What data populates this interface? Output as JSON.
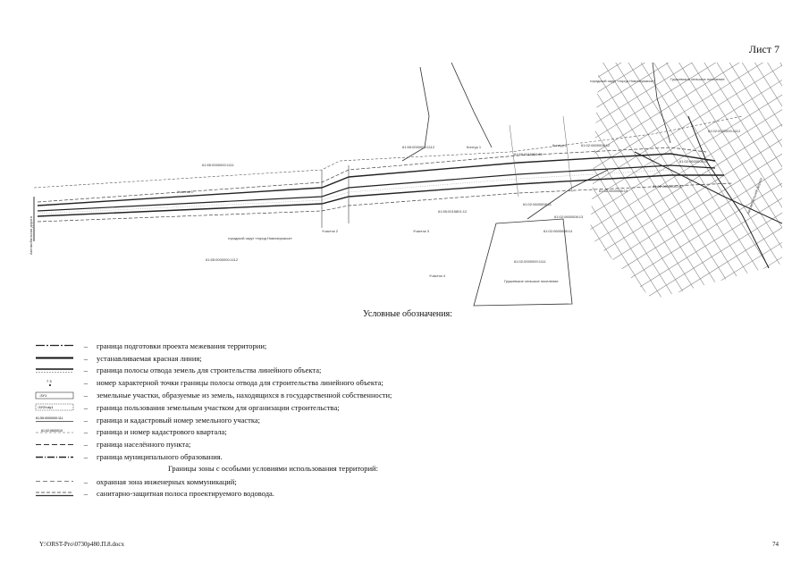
{
  "sheet_label": "Лист 7",
  "map": {
    "labels": {
      "district_top": "городской округ «город Новочеркасск»",
      "district_right_top": "Грушевское сельское поселение",
      "district_left_bottom": "городской округ «город Новочеркасск»",
      "district_right_bottom": "Грушевское сельское поселение",
      "quarter_left": "61:55:0000000:1111",
      "quarter_top_mid": "61:55:0000000:1112",
      "quarter_bottom_left": "61:55:0000000:1112",
      "quarter_bottom_right": "61:02:0000000:1111",
      "quarter_right_top": "61:02:0000000:1112",
      "zone_a": "Участок 1",
      "zone_b": "Участок 2",
      "zone_c": "Контур 1",
      "zone_d": "Участок 3",
      "zone_e": "Контур 2",
      "zone_f": "Участок 4",
      "parcel_1": "61:55:0015801:11",
      "parcel_2": "61:55:0015801:12",
      "parcel_3": "61:02:0600008:12",
      "parcel_4": "61:02:0600008:11",
      "parcel_5": "61:02:0600008:13",
      "parcel_6": "61:02:0600008:14",
      "parcel_7": "61:02:0600008:15",
      "parcel_8": "61:02:0600008:16",
      "parcel_9": "61:02:0600008:17",
      "side_left": "Автомобильная дорога",
      "side_right": "Автомобильная дорога"
    }
  },
  "legend": {
    "title": "Условные обозначения:",
    "items": [
      {
        "symbol": "prep-boundary",
        "text": "граница подготовки проекта межевания территории;"
      },
      {
        "symbol": "red-line",
        "text": "устанавливаемая красная линия;"
      },
      {
        "symbol": "allotment-band",
        "text": "граница полосы отвода земель для строительства линейного объекта;"
      },
      {
        "symbol": "point-number",
        "symbol_text": "7 3",
        "text": "номер характерной точки границы полосы отвода для строительства линейного объекта;"
      },
      {
        "symbol": "state-parcels",
        "symbol_text": ":ЗУ1",
        "text": "земельные участки, образуемые из земель, находящихся в государственной собственности;"
      },
      {
        "symbol": "use-boundary",
        "symbol_text": ":ЗУ2/чзу1",
        "text": "граница пользования земельным участком для организации строительства;"
      },
      {
        "symbol": "cadastral-parcel",
        "symbol_text": "61:55:0000000:111",
        "text": "граница и кадастровый номер земельного участка;"
      },
      {
        "symbol": "cadastral-quarter",
        "symbol_text": "61:02:0600010",
        "text": "граница и номер кадастрового квартала;"
      },
      {
        "symbol": "settlement",
        "text": "граница населённого пункта;"
      },
      {
        "symbol": "municipal",
        "text": "граница муниципального образования."
      }
    ],
    "subtitle": "Границы зоны с особыми условиями использования территорий:",
    "zone_items": [
      {
        "symbol": "utility-zone",
        "text": "охранная зона инженерных коммуникаций;"
      },
      {
        "symbol": "sanitary-zone",
        "text": "санитарно-защитная полоса проектируемого водовода."
      }
    ],
    "dash": "–"
  },
  "footer": {
    "path": "Y:\\ORST-Pro\\0730p480.П.8.docx",
    "page_number": "74"
  }
}
